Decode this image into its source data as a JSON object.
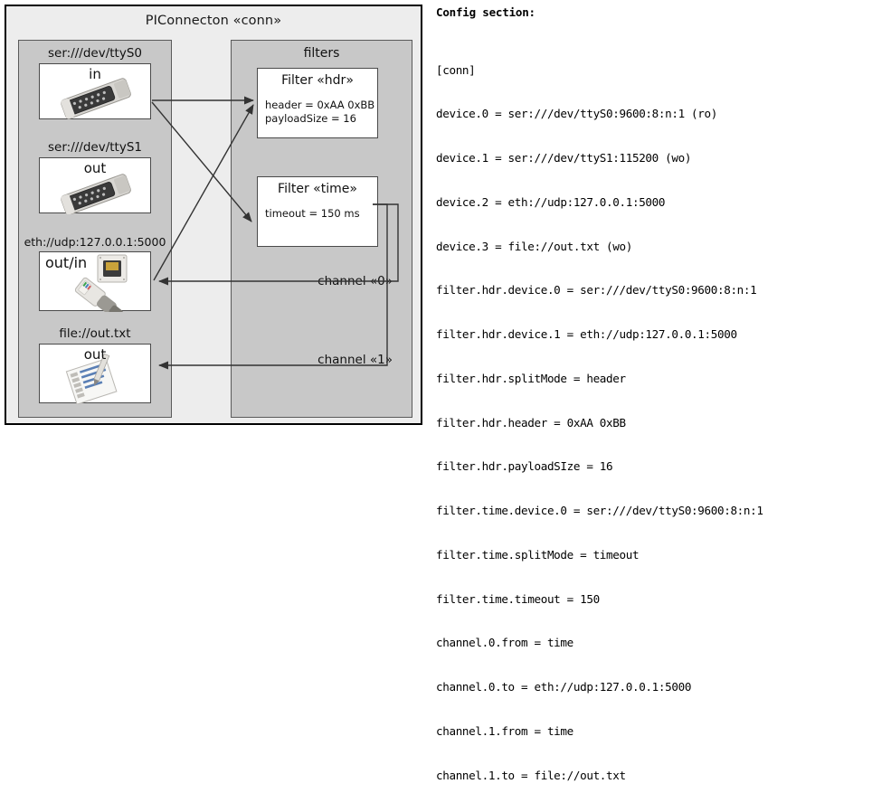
{
  "diagram": {
    "container_title": "PIConnecton «conn»",
    "devices_panel": {
      "name": "devices",
      "items": [
        {
          "label": "ser:///dev/ttyS0",
          "direction": "in",
          "icon": "serial-port-icon"
        },
        {
          "label": "ser:///dev/ttyS1",
          "direction": "out",
          "icon": "serial-port-icon"
        },
        {
          "label": "eth://udp:127.0.0.1:5000",
          "direction": "out/in",
          "icon": "ethernet-plug-icon"
        },
        {
          "label": "file://out.txt",
          "direction": "out",
          "icon": "text-file-icon"
        }
      ]
    },
    "filters_panel": {
      "title": "filters",
      "filters": [
        {
          "title": "Filter «hdr»",
          "attrs": [
            "header = 0xAA 0xBB",
            "payloadSize = 16"
          ]
        },
        {
          "title": "Filter «time»",
          "attrs": [
            "timeout = 150 ms"
          ]
        }
      ],
      "channels": [
        {
          "label": "channel «0»"
        },
        {
          "label": "channel «1»"
        }
      ]
    }
  },
  "config": {
    "heading": "Config section:",
    "lines": [
      "[conn]",
      "device.0 = ser:///dev/ttyS0:9600:8:n:1 (ro)",
      "device.1 = ser:///dev/ttyS1:115200 (wo)",
      "device.2 = eth://udp:127.0.0.1:5000",
      "device.3 = file://out.txt (wo)",
      "filter.hdr.device.0 = ser:///dev/ttyS0:9600:8:n:1",
      "filter.hdr.device.1 = eth://udp:127.0.0.1:5000",
      "filter.hdr.splitMode = header",
      "filter.hdr.header = 0xAA 0xBB",
      "filter.hdr.payloadSIze = 16",
      "filter.time.device.0 = ser:///dev/ttyS0:9600:8:n:1",
      "filter.time.splitMode = timeout",
      "filter.time.timeout = 150",
      "channel.0.from = time",
      "channel.0.to = eth://udp:127.0.0.1:5000",
      "channel.1.from = time",
      "channel.1.to = file://out.txt"
    ]
  },
  "colors": {
    "panel_bg": "#c8c8c8",
    "container_bg": "#ededed",
    "box_bg": "#ffffff",
    "line": "#333333",
    "border": "#4a4a4a"
  }
}
